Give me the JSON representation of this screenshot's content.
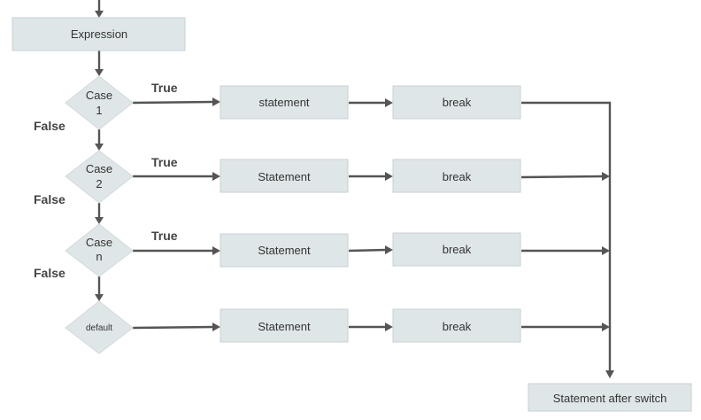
{
  "flowchart": {
    "expression": "Expression",
    "cases": [
      {
        "label_line1": "Case",
        "label_line2": "1",
        "statement": "statement",
        "break": "break"
      },
      {
        "label_line1": "Case",
        "label_line2": "2",
        "statement": "Statement",
        "break": "break"
      },
      {
        "label_line1": "Case",
        "label_line2": "n",
        "statement": "Statement",
        "break": "break"
      }
    ],
    "default_case": {
      "label": "default",
      "statement": "Statement",
      "break": "break"
    },
    "true_label": "True",
    "false_label": "False",
    "after_switch": "Statement after switch"
  },
  "colors": {
    "box_fill": "#dfe6e8",
    "edge": "#555555"
  }
}
